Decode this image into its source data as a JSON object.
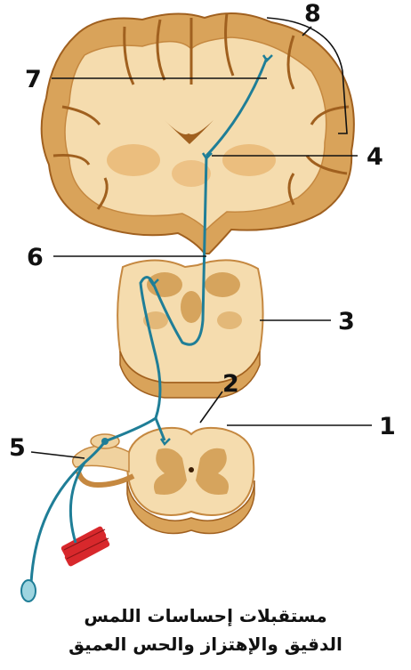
{
  "labels": {
    "l1": "1",
    "l2": "2",
    "l3": "3",
    "l4": "4",
    "l5": "5",
    "l6": "6",
    "l7": "7",
    "l8": "8"
  },
  "caption": {
    "line1": "مستقبلات إحساسات اللمس",
    "line2": "الدقيق والإهتزاز والحس العميق"
  },
  "colors": {
    "cortex": "#d9a35a",
    "white_matter": "#f5dcae",
    "gray_matter": "#d6a45d",
    "outline": "#a0601f",
    "pathway": "#1f7e97",
    "muscle": "#d8282c",
    "leader_line": "#111111"
  }
}
